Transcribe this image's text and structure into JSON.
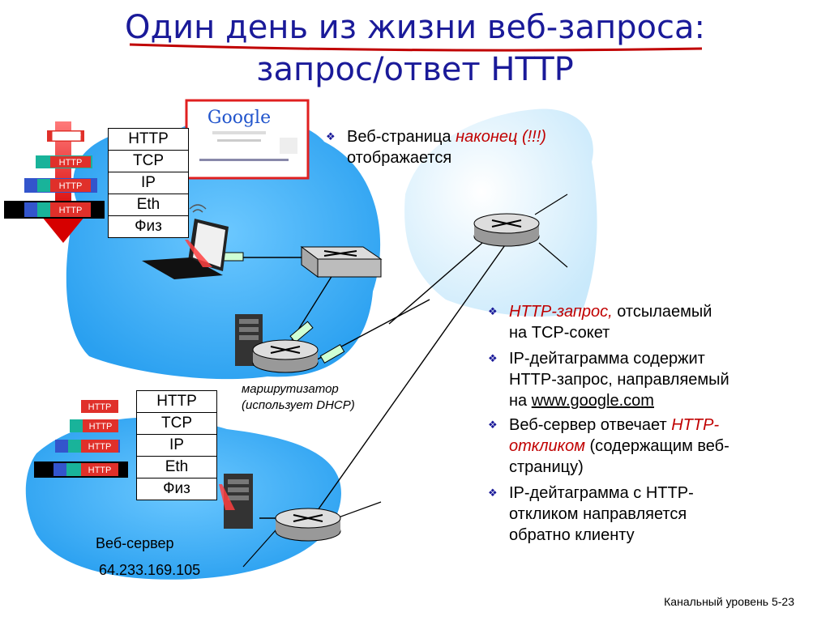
{
  "title": {
    "line1": "Один день из жизни веб-запроса:",
    "line2": "запрос/ответ HTTP"
  },
  "protocol_stack": [
    "HTTP",
    "TCP",
    "IP",
    "Eth",
    "Физ"
  ],
  "packet_label": "HTTP",
  "google_logo": "Google",
  "top_bullet": {
    "prefix": "Веб-страница ",
    "highlight": "наконец (!!!)",
    "suffix": "отображается"
  },
  "router_label": {
    "line1": "маршрутизатор",
    "line2": "(использует DHCP)"
  },
  "server_label": {
    "name": "Веб-сервер",
    "ip": "64.233.169.105"
  },
  "bullets": [
    {
      "hl": "HTTP-запрос,",
      "rest": " отсылаемый",
      "line2": "на TCP-сокет"
    },
    {
      "line1": "IP-дейтаграмма содержит",
      "line2": "HTTP-запрос, направляемый",
      "line3_pre": "на ",
      "line3_link": "www.google.com"
    },
    {
      "pre": "Веб-сервер отвечает ",
      "hl1": "HTTP-",
      "hl2": "откликом",
      "post": " (содержащим веб-",
      "line3": "страницу)"
    },
    {
      "line1": "IP-дейтаграмма с HTTP-",
      "line2": "откликом  направляется",
      "line3": "обратно клиенту"
    }
  ],
  "footer": "Канальный уровень  5-23",
  "colors": {
    "title": "#1a1a99",
    "highlight": "#c00000",
    "cloud": "#4db8ff",
    "packet_red": "#e0302a",
    "packet_teal": "#19b39a",
    "packet_blue": "#3355cc"
  }
}
